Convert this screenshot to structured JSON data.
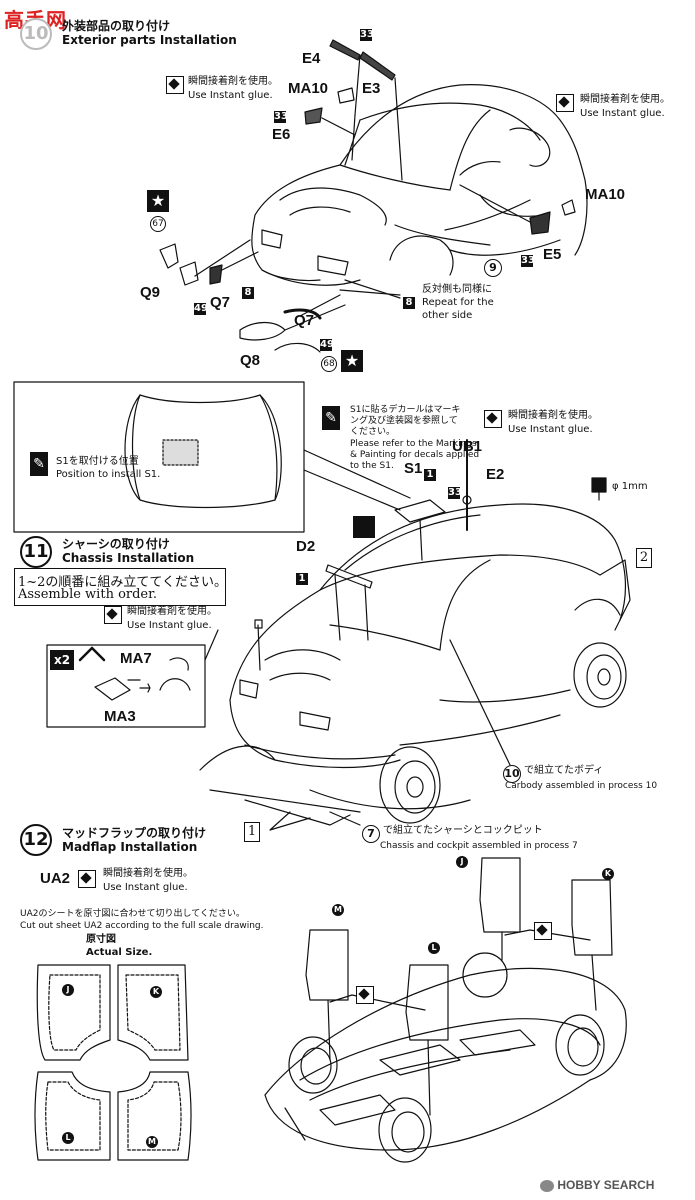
{
  "watermark_top": "高手网",
  "watermark_bottom": "HOBBY SEARCH",
  "step10": {
    "title_jp": "外装部品の取り付け",
    "title_en": "Exterior parts Installation"
  },
  "glue": {
    "jp": "瞬間接着剤を使用。",
    "en": "Use Instant glue."
  },
  "parts": {
    "e4": "E4",
    "e3": "E3",
    "ma10": "MA10",
    "e6": "E6",
    "e5": "E5",
    "q9": "Q9",
    "q7": "Q7",
    "q8": "Q8",
    "d2": "D2",
    "ma7": "MA7",
    "ma3": "MA3",
    "ub1": "UB1",
    "e2": "E2",
    "s1": "S1",
    "ua2": "UA2"
  },
  "part_numbers": {
    "n33": "33",
    "n67": "67",
    "n68": "68",
    "n49": "49",
    "n8": "8",
    "n9": "9",
    "n1": "1",
    "n10": "10",
    "n7": "7",
    "bracket1": "1",
    "bracket2": "2",
    "x2": "x2"
  },
  "repeat": {
    "jp": "反対側も同様に",
    "en1": "Repeat for the",
    "en2": "other side"
  },
  "s1_position": {
    "jp": "S1を取付ける位置",
    "en": "Position to install S1."
  },
  "decal_note": {
    "jp1": "S1に貼るデカールはマーキ",
    "jp2": "ング及び塗装図を参照して",
    "jp3": "ください。",
    "en1": "Please refer to the Markings",
    "en2": "& Painting for decals applied",
    "en3": "to the S1."
  },
  "drill": "φ 1mm",
  "step11": {
    "title_jp": "シャーシの取り付け",
    "title_en": "Chassis Installation",
    "order_jp": "1~2の順番に組み立ててください。",
    "order_en": "Assemble with order."
  },
  "carbody": {
    "jp": "で組立てたボディ",
    "en": "Carbody assembled in process 10"
  },
  "chassis": {
    "jp": "で組立てたシャーシとコックピット",
    "en": "Chassis and cockpit assembled in process 7"
  },
  "step12": {
    "title_jp": "マッドフラップの取り付け",
    "title_en": "Madflap Installation",
    "cut_jp": "UA2のシートを原寸図に合わせて切り出してください。",
    "cut_en": "Cut out sheet UA2 according to the full scale drawing.",
    "actual_jp": "原寸図",
    "actual_en": "Actual Size."
  },
  "flaps": {
    "j": "J",
    "k": "K",
    "l": "L",
    "m": "M"
  }
}
